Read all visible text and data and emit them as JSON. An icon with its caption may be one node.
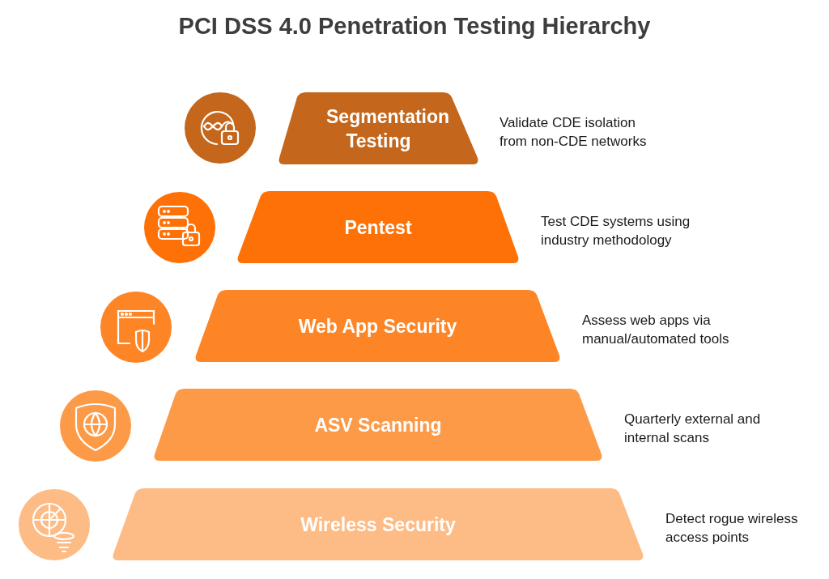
{
  "diagram": {
    "title": "PCI DSS 4.0 Penetration Testing Hierarchy",
    "nodes": [
      {
        "text": [
          "Segmentation Testing"
        ],
        "beside": [
          "Validate CDE isolation from non-CDE networks"
        ]
      },
      {
        "text": [
          "Pentest"
        ],
        "beside": [
          "Test CDE systems using industry methodology"
        ]
      },
      {
        "text": [
          "Web App Security"
        ],
        "beside": [
          "Assess web apps via manual/automated tools"
        ]
      },
      {
        "text": [
          "ASV Scanning"
        ],
        "beside": [
          "Quarterly external and internal scans"
        ]
      },
      {
        "text": [
          "Wireless Security"
        ],
        "beside": [
          "Detect rogue wireless access points"
        ]
      }
    ]
  }
}
